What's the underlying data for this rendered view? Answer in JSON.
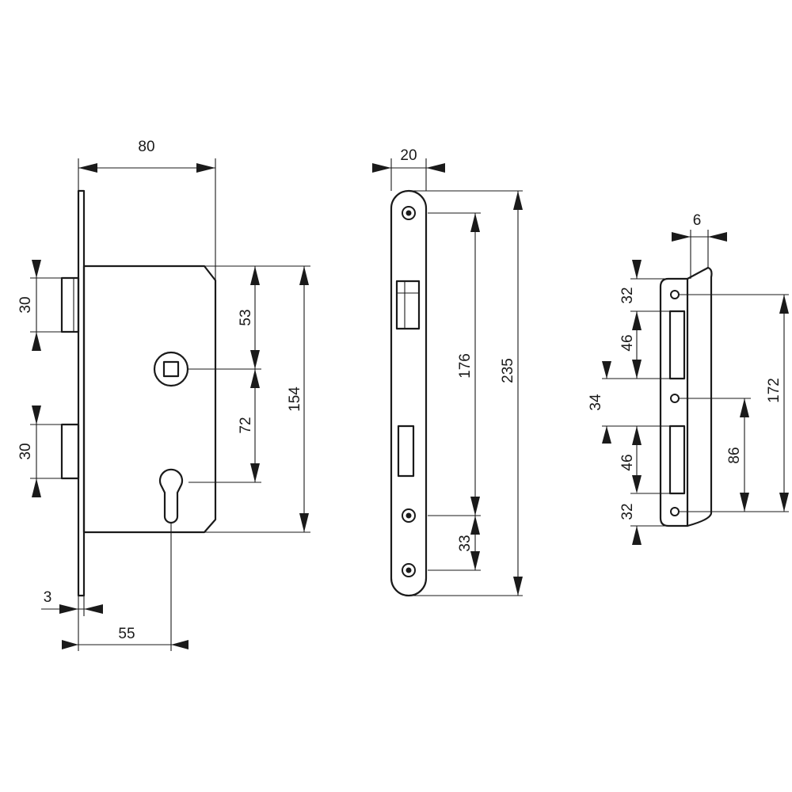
{
  "drawing": {
    "lock_body": {
      "width_label": "80",
      "upper_bolt_label": "30",
      "lower_bolt_label": "30",
      "spindle_to_top_label": "53",
      "spindle_to_cylinder_label": "72",
      "case_height_label": "154",
      "faceplate_thickness_label": "3",
      "backset_label": "55"
    },
    "faceplate": {
      "width_label": "20",
      "screw_spacing_label": "176",
      "height_label": "235",
      "bottom_screw_spacing_label": "33"
    },
    "strike_plate": {
      "lip_label": "6",
      "top_margin_label": "32",
      "upper_opening_label": "46",
      "middle_gap_label": "34",
      "lower_opening_label": "46",
      "bottom_margin_label": "32",
      "lower_screw_spacing_label": "86",
      "outer_screw_spacing_label": "172"
    }
  }
}
